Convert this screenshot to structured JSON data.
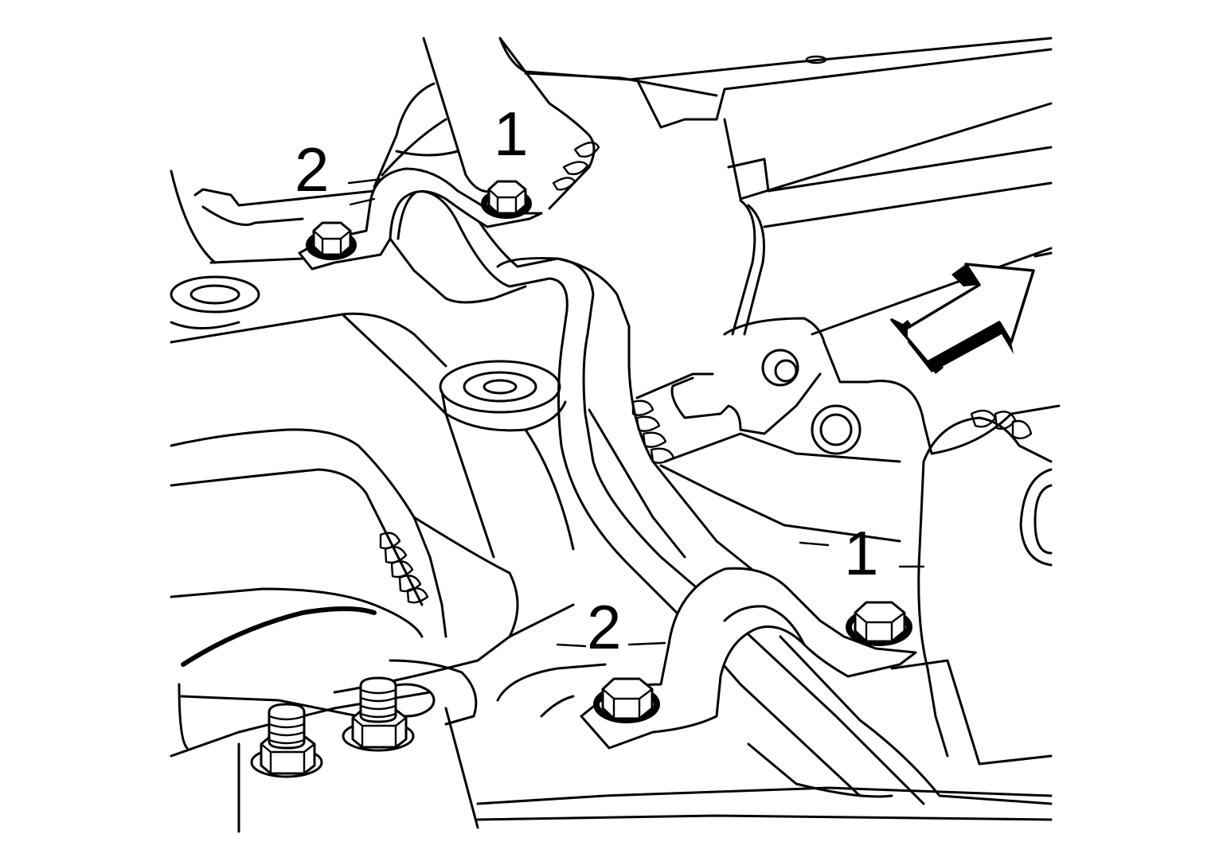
{
  "callouts": [
    {
      "id": "top-1",
      "text": "1"
    },
    {
      "id": "top-2",
      "text": "2"
    },
    {
      "id": "bottom-1",
      "text": "1"
    },
    {
      "id": "bottom-2",
      "text": "2"
    }
  ],
  "icons": {
    "direction_arrow": "arrow-icon"
  },
  "colors": {
    "stroke": "#000000",
    "background": "#ffffff"
  }
}
